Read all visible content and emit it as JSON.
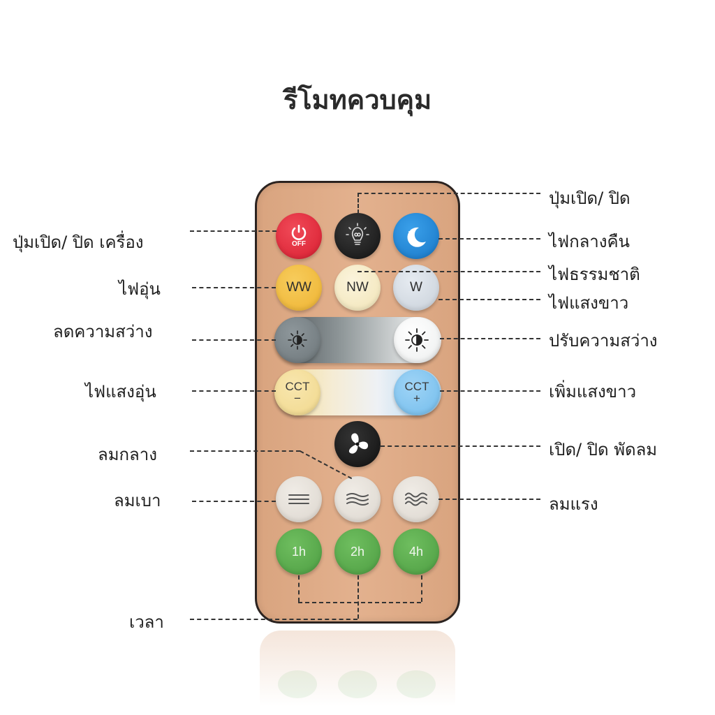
{
  "title": "รีโมทควบคุม",
  "colors": {
    "remote_body": "#dfab88",
    "remote_border": "#2b2320",
    "power_button": "#e0283a",
    "night_button": "#1f86d8",
    "warm_button": "#f2bd3c",
    "natural_button": "#f6ecc6",
    "white_button": "#d6dce3",
    "fan_button": "#1f1f1f",
    "wind_button": "#e6e2dc",
    "timer_button": "#58a94b"
  },
  "buttons": {
    "power": {
      "text": "OFF",
      "icon": "power-icon"
    },
    "light_toggle": {
      "icon": "lightbulb-icon"
    },
    "night_light": {
      "icon": "moon-star-icon"
    },
    "warm": "WW",
    "natural": "NW",
    "white": "W",
    "dim_icon": "sun-dim-icon",
    "bright_icon": "sun-bright-icon",
    "cct_minus": {
      "text": "CCT",
      "sign": "−"
    },
    "cct_plus": {
      "text": "CCT",
      "sign": "+"
    },
    "fan": {
      "icon": "fan-icon"
    },
    "wind_low": {
      "icon": "wind-low-icon"
    },
    "wind_mid": {
      "icon": "wind-mid-icon"
    },
    "wind_high": {
      "icon": "wind-high-icon"
    },
    "timer_1h": "1h",
    "timer_2h": "2h",
    "timer_4h": "4h"
  },
  "labels": {
    "light_on_off": "ปุ่มเปิด/ ปิด",
    "device_on_off": "ปุ่มเปิด/ ปิด เครื่อง",
    "night_light": "ไฟกลางคืน",
    "natural_light": "ไฟธรรมชาติ",
    "warm_light": "ไฟอุ่น",
    "white_light": "ไฟแสงขาว",
    "dim": "ลดความสว่าง",
    "brighten": "ปรับความสว่าง",
    "warm_tone": "ไฟแสงอุ่น",
    "more_white": "เพิ่มแสงขาว",
    "fan_on_off": "เปิด/ ปิด พัดลม",
    "wind_mid": "ลมกลาง",
    "wind_low": "ลมเบา",
    "wind_high": "ลมแรง",
    "timer": "เวลา"
  }
}
